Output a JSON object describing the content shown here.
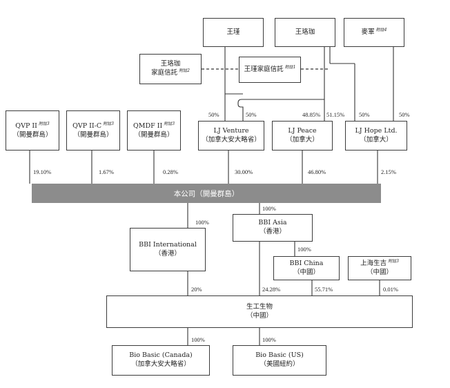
{
  "nodes": {
    "wang_jin": {
      "name": "王瑾"
    },
    "wang_luojia": {
      "name": "王珞珈"
    },
    "mai_jun": {
      "name": "麥軍",
      "note": "附註4"
    },
    "wang_luojia_trust": {
      "name": "王珞珈",
      "line2": "家庭信託",
      "note": "附註2"
    },
    "wang_jin_trust": {
      "name": "王瑾家庭信託",
      "note": "附註1"
    },
    "qvp2": {
      "name": "QVP II",
      "note": "附註3",
      "sub": "（開曼群島）"
    },
    "qvp2c": {
      "name": "QVP II-C",
      "note": "附註3",
      "sub": "（開曼群島）"
    },
    "qmdf2": {
      "name": "QMDF II",
      "note": "附註3",
      "sub": "（開曼群島）"
    },
    "lj_venture": {
      "name": "LJ Venture",
      "sub": "（加拿大安大略省）"
    },
    "lj_peace": {
      "name": "LJ Peace",
      "sub": "（加拿大）"
    },
    "lj_hope": {
      "name": "LJ Hope Ltd.",
      "sub": "（加拿大）"
    },
    "company": {
      "name": "本公司（開曼群島）"
    },
    "bbi_intl": {
      "name": "BBI International",
      "sub": "（香港）"
    },
    "bbi_asia": {
      "name": "BBI Asia",
      "sub": "（香港）"
    },
    "bbi_china": {
      "name": "BBI China",
      "sub": "（中國）"
    },
    "shanghai_shengji": {
      "name": "上海生吉",
      "note": "附註3",
      "sub": "（中國）"
    },
    "sangon": {
      "name": "生工生物",
      "sub": "（中國）"
    },
    "bio_canada": {
      "name": "Bio Basic (Canada)",
      "sub": "（加拿大安大略省）"
    },
    "bio_us": {
      "name": "Bio Basic (US)",
      "sub": "（美國紐約）"
    }
  },
  "percentages": {
    "wj_to_ljv": "50%",
    "wlj_to_ljv": "50%",
    "to_ljpeace_a": "48.85%",
    "to_ljpeace_b": "51.15%",
    "wlj_to_ljhope": "50%",
    "mj_to_ljhope": "50%",
    "qvp2_to_co": "19.10%",
    "qvp2c_to_co": "1.67%",
    "qmdf2_to_co": "0.28%",
    "ljv_to_co": "30.00%",
    "ljpeace_to_co": "46.80%",
    "ljhope_to_co": "2.15%",
    "co_to_bbiintl": "100%",
    "co_to_bbiasia": "100%",
    "bbiasia_to_bbichina": "100%",
    "bbiintl_to_sangon": "20%",
    "co_to_sangon": "24.28%",
    "bbichina_to_sangon": "55.71%",
    "shengji_to_sangon": "0.01%",
    "sangon_to_canada": "100%",
    "sangon_to_us": "100%"
  }
}
